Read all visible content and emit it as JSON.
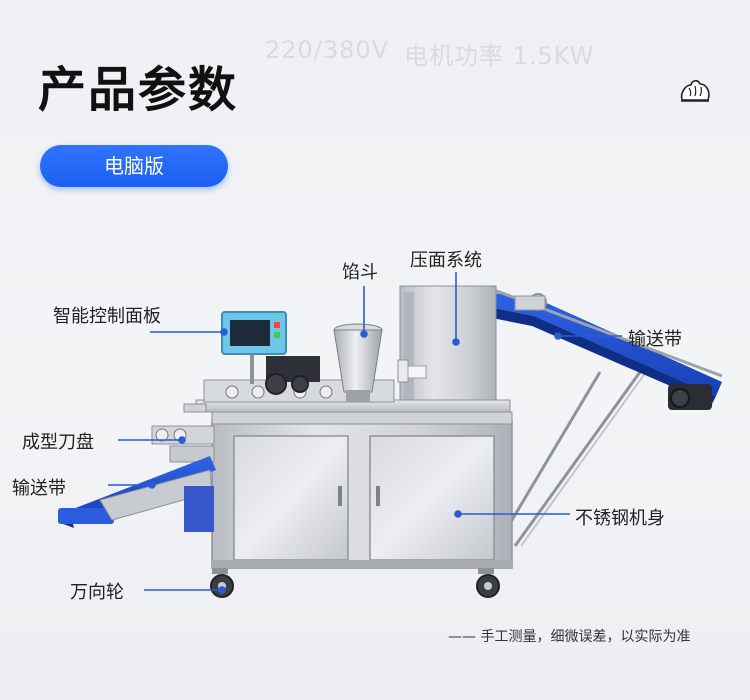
{
  "background_text": {
    "voltage": "220/380V",
    "power": "电机功率  1.5KW"
  },
  "header": {
    "title": "产品参数",
    "mode_tab": "电脑版"
  },
  "icons": {
    "corner_icon": "steamed-bun-icon"
  },
  "callouts": {
    "filling_hopper": "馅斗",
    "pressing_system": "压面系统",
    "control_panel": "智能控制面板",
    "conveyor_right": "输送带",
    "forming_cutter": "成型刀盘",
    "conveyor_left": "输送带",
    "stainless_body": "不锈钢机身",
    "casters": "万向轮"
  },
  "footer": {
    "note": "—— 手工测量，细微误差，以实际为准"
  },
  "colors": {
    "accent_blue": "#1d5ff0",
    "conveyor_blue": "#1f4fd6",
    "pointer_blue": "#2a5bd7",
    "steel": "#c9ccd1"
  }
}
